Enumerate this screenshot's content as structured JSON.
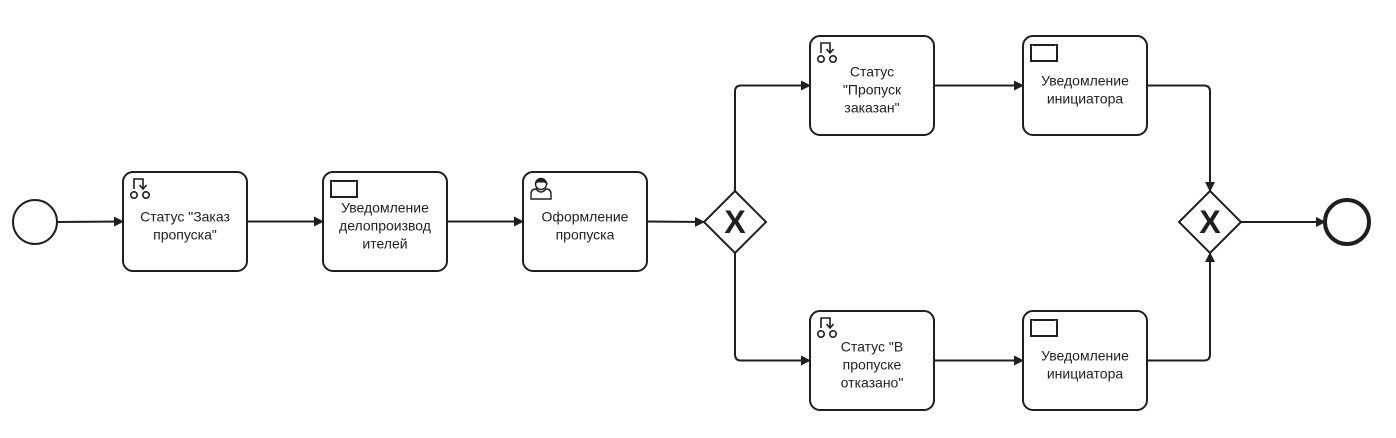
{
  "diagram": {
    "type": "bpmn-process",
    "colors": {
      "stroke": "#1f1f1f",
      "fill": "#ffffff"
    },
    "events": [
      {
        "id": "start",
        "kind": "start-event"
      },
      {
        "id": "end",
        "kind": "end-event"
      }
    ],
    "gateways": [
      {
        "id": "split",
        "kind": "exclusive-gateway",
        "marker": "X"
      },
      {
        "id": "join",
        "kind": "exclusive-gateway",
        "marker": "X"
      }
    ],
    "tasks": [
      {
        "id": "t1",
        "kind": "service-task",
        "icon": "sequence-flow-icon",
        "lines": [
          "Статус \"Заказ",
          "пропуска\""
        ]
      },
      {
        "id": "t2",
        "kind": "send-task",
        "icon": "envelope-icon",
        "lines": [
          "Уведомление",
          "делопроизвод",
          "ителей"
        ]
      },
      {
        "id": "t3",
        "kind": "user-task",
        "icon": "user-icon",
        "lines": [
          "Оформление",
          "пропуска"
        ]
      },
      {
        "id": "t4",
        "kind": "service-task",
        "icon": "sequence-flow-icon",
        "lines": [
          "Статус",
          "\"Пропуск",
          "заказан\""
        ]
      },
      {
        "id": "t5",
        "kind": "send-task",
        "icon": "envelope-icon",
        "lines": [
          "Уведомление",
          "инициатора"
        ]
      },
      {
        "id": "t6",
        "kind": "service-task",
        "icon": "sequence-flow-icon",
        "lines": [
          "Статус \"В",
          "пропуске",
          "отказано\""
        ]
      },
      {
        "id": "t7",
        "kind": "send-task",
        "icon": "envelope-icon",
        "lines": [
          "Уведомление",
          "инициатора"
        ]
      }
    ],
    "flows": [
      [
        "start",
        "t1"
      ],
      [
        "t1",
        "t2"
      ],
      [
        "t2",
        "t3"
      ],
      [
        "t3",
        "split"
      ],
      [
        "split",
        "t4"
      ],
      [
        "t4",
        "t5"
      ],
      [
        "t5",
        "join"
      ],
      [
        "split",
        "t6"
      ],
      [
        "t6",
        "t7"
      ],
      [
        "t7",
        "join"
      ],
      [
        "join",
        "end"
      ]
    ]
  }
}
